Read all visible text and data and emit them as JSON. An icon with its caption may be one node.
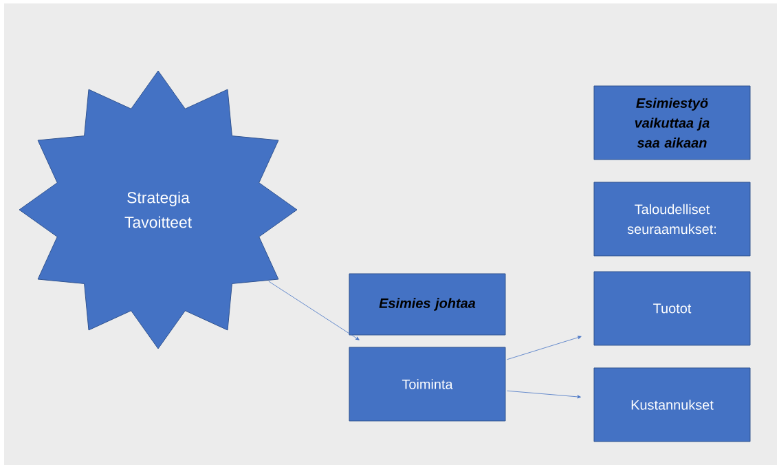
{
  "diagram": {
    "nodes": [
      {
        "text": [
          "Strategia Tavoitteet"
        ]
      },
      {
        "text": [
          "Esimies johtaa"
        ]
      },
      {
        "text": [
          "Toiminta"
        ]
      },
      {
        "text": [
          "Esimiestyö vaikuttaa ja saa aikaan"
        ]
      },
      {
        "text": [
          "Taloudelliset seuraamukset:"
        ]
      },
      {
        "text": [
          "Tuotot"
        ]
      },
      {
        "text": [
          "Kustannukset"
        ]
      }
    ],
    "edges": [
      {
        "from": 0,
        "to": 2,
        "arrow": "to"
      },
      {
        "from": 2,
        "to": 5,
        "arrow": "to"
      },
      {
        "from": 2,
        "to": 6,
        "arrow": "to"
      }
    ]
  }
}
